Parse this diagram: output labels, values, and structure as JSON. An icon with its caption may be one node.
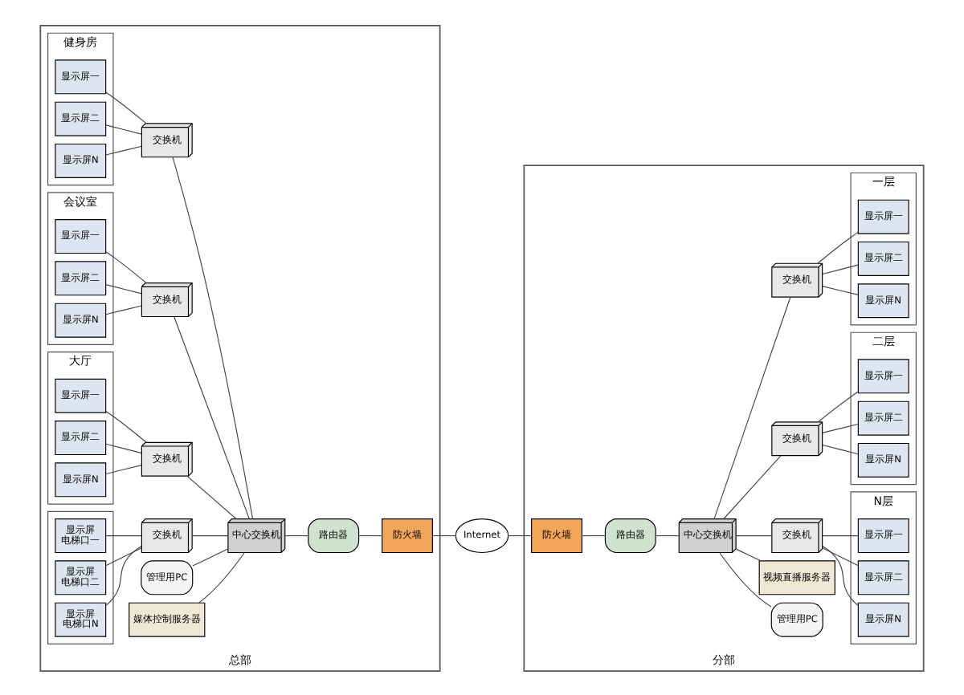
{
  "diagram": {
    "nodes": [
      {
        "text": [
          "总部"
        ]
      },
      {
        "text": [
          "健身房"
        ],
        "in": 0
      },
      {
        "text": [
          "显示屏一"
        ],
        "in": 1
      },
      {
        "text": [
          "显示屏二"
        ],
        "in": 1
      },
      {
        "text": [
          "显示屏N"
        ],
        "in": 1
      },
      {
        "text": [
          "交换机"
        ],
        "in": 0
      },
      {
        "text": [
          "会议室"
        ],
        "in": 0
      },
      {
        "text": [
          "显示屏一"
        ],
        "in": 6
      },
      {
        "text": [
          "显示屏二"
        ],
        "in": 6
      },
      {
        "text": [
          "显示屏N"
        ],
        "in": 6
      },
      {
        "text": [
          "交换机"
        ],
        "in": 0
      },
      {
        "text": [
          "大厅"
        ],
        "in": 0
      },
      {
        "text": [
          "显示屏一"
        ],
        "in": 11
      },
      {
        "text": [
          "显示屏二"
        ],
        "in": 11
      },
      {
        "text": [
          "显示屏N"
        ],
        "in": 11
      },
      {
        "text": [
          "交换机"
        ],
        "in": 0
      },
      {
        "text": [],
        "shape": "box",
        "in": 0
      },
      {
        "text": [
          "显示屏",
          "电梯口一"
        ],
        "in": 16
      },
      {
        "text": [
          "显示屏",
          "电梯口二"
        ],
        "in": 16
      },
      {
        "text": [
          "显示屏",
          "电梯口N"
        ],
        "in": 16
      },
      {
        "text": [
          "交换机"
        ],
        "in": 0
      },
      {
        "text": [
          "管理用PC"
        ],
        "in": 0
      },
      {
        "text": [
          "媒体控制服务器"
        ],
        "in": 0
      },
      {
        "text": [
          "中心交换机"
        ],
        "in": 0
      },
      {
        "text": [
          "路由器"
        ],
        "in": 0
      },
      {
        "text": [
          "防火墙"
        ],
        "in": 0
      },
      {
        "text": [
          "Internet"
        ]
      },
      {
        "text": [
          "分部"
        ]
      },
      {
        "text": [
          "管理用PC"
        ],
        "in": 27
      },
      {
        "text": [
          "视频直播服务器"
        ],
        "in": 27
      },
      {
        "text": [
          "中心交换机"
        ],
        "in": 27
      },
      {
        "text": [
          "路由器"
        ],
        "in": 27
      },
      {
        "text": [
          "防火墙"
        ],
        "in": 27
      },
      {
        "text": [
          "交换机"
        ],
        "in": 27
      },
      {
        "text": [
          "N层"
        ],
        "in": 27
      },
      {
        "text": [
          "显示屏一"
        ],
        "in": 34
      },
      {
        "text": [
          "显示屏二"
        ],
        "in": 34
      },
      {
        "text": [
          "显示屏N"
        ],
        "in": 34
      },
      {
        "text": [
          "交换机"
        ],
        "in": 27
      },
      {
        "text": [
          "二层"
        ],
        "in": 27
      },
      {
        "text": [
          "显示屏一"
        ],
        "in": 39
      },
      {
        "text": [
          "显示屏二"
        ],
        "in": 39
      },
      {
        "text": [
          "显示屏N"
        ],
        "in": 39
      },
      {
        "text": [
          "交换机"
        ],
        "in": 27
      },
      {
        "text": [
          "一层"
        ],
        "in": 27
      },
      {
        "text": [
          "显示屏一"
        ],
        "in": 44
      },
      {
        "text": [
          "显示屏二"
        ],
        "in": 44
      },
      {
        "text": [
          "显示屏N"
        ],
        "in": 44
      }
    ],
    "edges": [
      {
        "from": 2,
        "to": 5,
        "arrow": "none"
      },
      {
        "from": 3,
        "to": 5,
        "arrow": "none"
      },
      {
        "from": 4,
        "to": 5,
        "arrow": "none"
      },
      {
        "from": 7,
        "to": 10,
        "arrow": "none"
      },
      {
        "from": 8,
        "to": 10,
        "arrow": "none"
      },
      {
        "from": 9,
        "to": 10,
        "arrow": "none"
      },
      {
        "from": 12,
        "to": 15,
        "arrow": "none"
      },
      {
        "from": 13,
        "to": 15,
        "arrow": "none"
      },
      {
        "from": 14,
        "to": 15,
        "arrow": "none"
      },
      {
        "from": 17,
        "to": 20,
        "arrow": "none"
      },
      {
        "from": 18,
        "to": 20,
        "arrow": "none"
      },
      {
        "from": 19,
        "to": 20,
        "arrow": "none"
      },
      {
        "from": 5,
        "to": 23,
        "arrow": "none"
      },
      {
        "from": 10,
        "to": 23,
        "arrow": "none"
      },
      {
        "from": 15,
        "to": 23,
        "arrow": "none"
      },
      {
        "from": 20,
        "to": 23,
        "arrow": "none"
      },
      {
        "from": 21,
        "to": 23,
        "arrow": "none"
      },
      {
        "from": 22,
        "to": 23,
        "arrow": "none"
      },
      {
        "from": 23,
        "to": 24,
        "arrow": "none"
      },
      {
        "from": 24,
        "to": 25,
        "arrow": "none"
      },
      {
        "from": 25,
        "to": 26,
        "arrow": "none"
      },
      {
        "from": 26,
        "to": 32,
        "arrow": "none"
      },
      {
        "from": 32,
        "to": 31,
        "arrow": "none"
      },
      {
        "from": 31,
        "to": 30,
        "arrow": "none"
      },
      {
        "from": 30,
        "to": 28,
        "arrow": "none"
      },
      {
        "from": 30,
        "to": 29,
        "arrow": "none"
      },
      {
        "from": 30,
        "to": 33,
        "arrow": "none"
      },
      {
        "from": 30,
        "to": 38,
        "arrow": "none"
      },
      {
        "from": 30,
        "to": 43,
        "arrow": "none"
      },
      {
        "from": 33,
        "to": 35,
        "arrow": "none"
      },
      {
        "from": 33,
        "to": 36,
        "arrow": "none"
      },
      {
        "from": 33,
        "to": 37,
        "arrow": "none"
      },
      {
        "from": 38,
        "to": 40,
        "arrow": "none"
      },
      {
        "from": 38,
        "to": 41,
        "arrow": "none"
      },
      {
        "from": 38,
        "to": 42,
        "arrow": "none"
      },
      {
        "from": 43,
        "to": 45,
        "arrow": "none"
      },
      {
        "from": 43,
        "to": 46,
        "arrow": "none"
      },
      {
        "from": 43,
        "to": 47,
        "arrow": "none"
      }
    ]
  }
}
